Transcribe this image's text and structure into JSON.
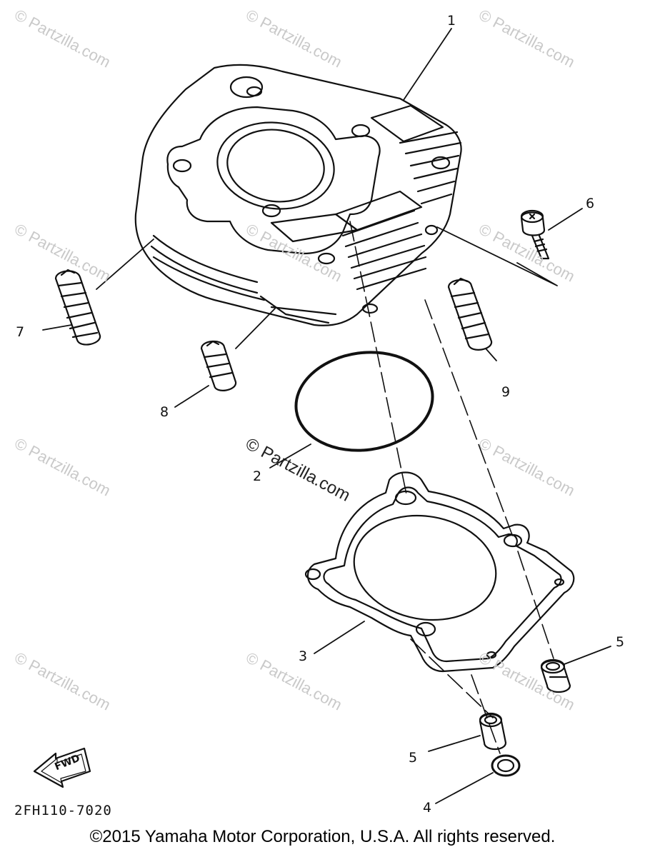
{
  "watermark_text": "© Partzilla.com",
  "center_watermark_text": "© Partzilla.com",
  "callouts": [
    "1",
    "2",
    "3",
    "4",
    "5",
    "5",
    "6",
    "7",
    "8",
    "9"
  ],
  "fwd_label": "FWD",
  "diagram_code": "2FH110-7020",
  "copyright": "©2015 Yamaha Motor Corporation, U.S.A. All rights reserved.",
  "colors": {
    "line": "#111111",
    "watermark": "#c9c9c9"
  }
}
